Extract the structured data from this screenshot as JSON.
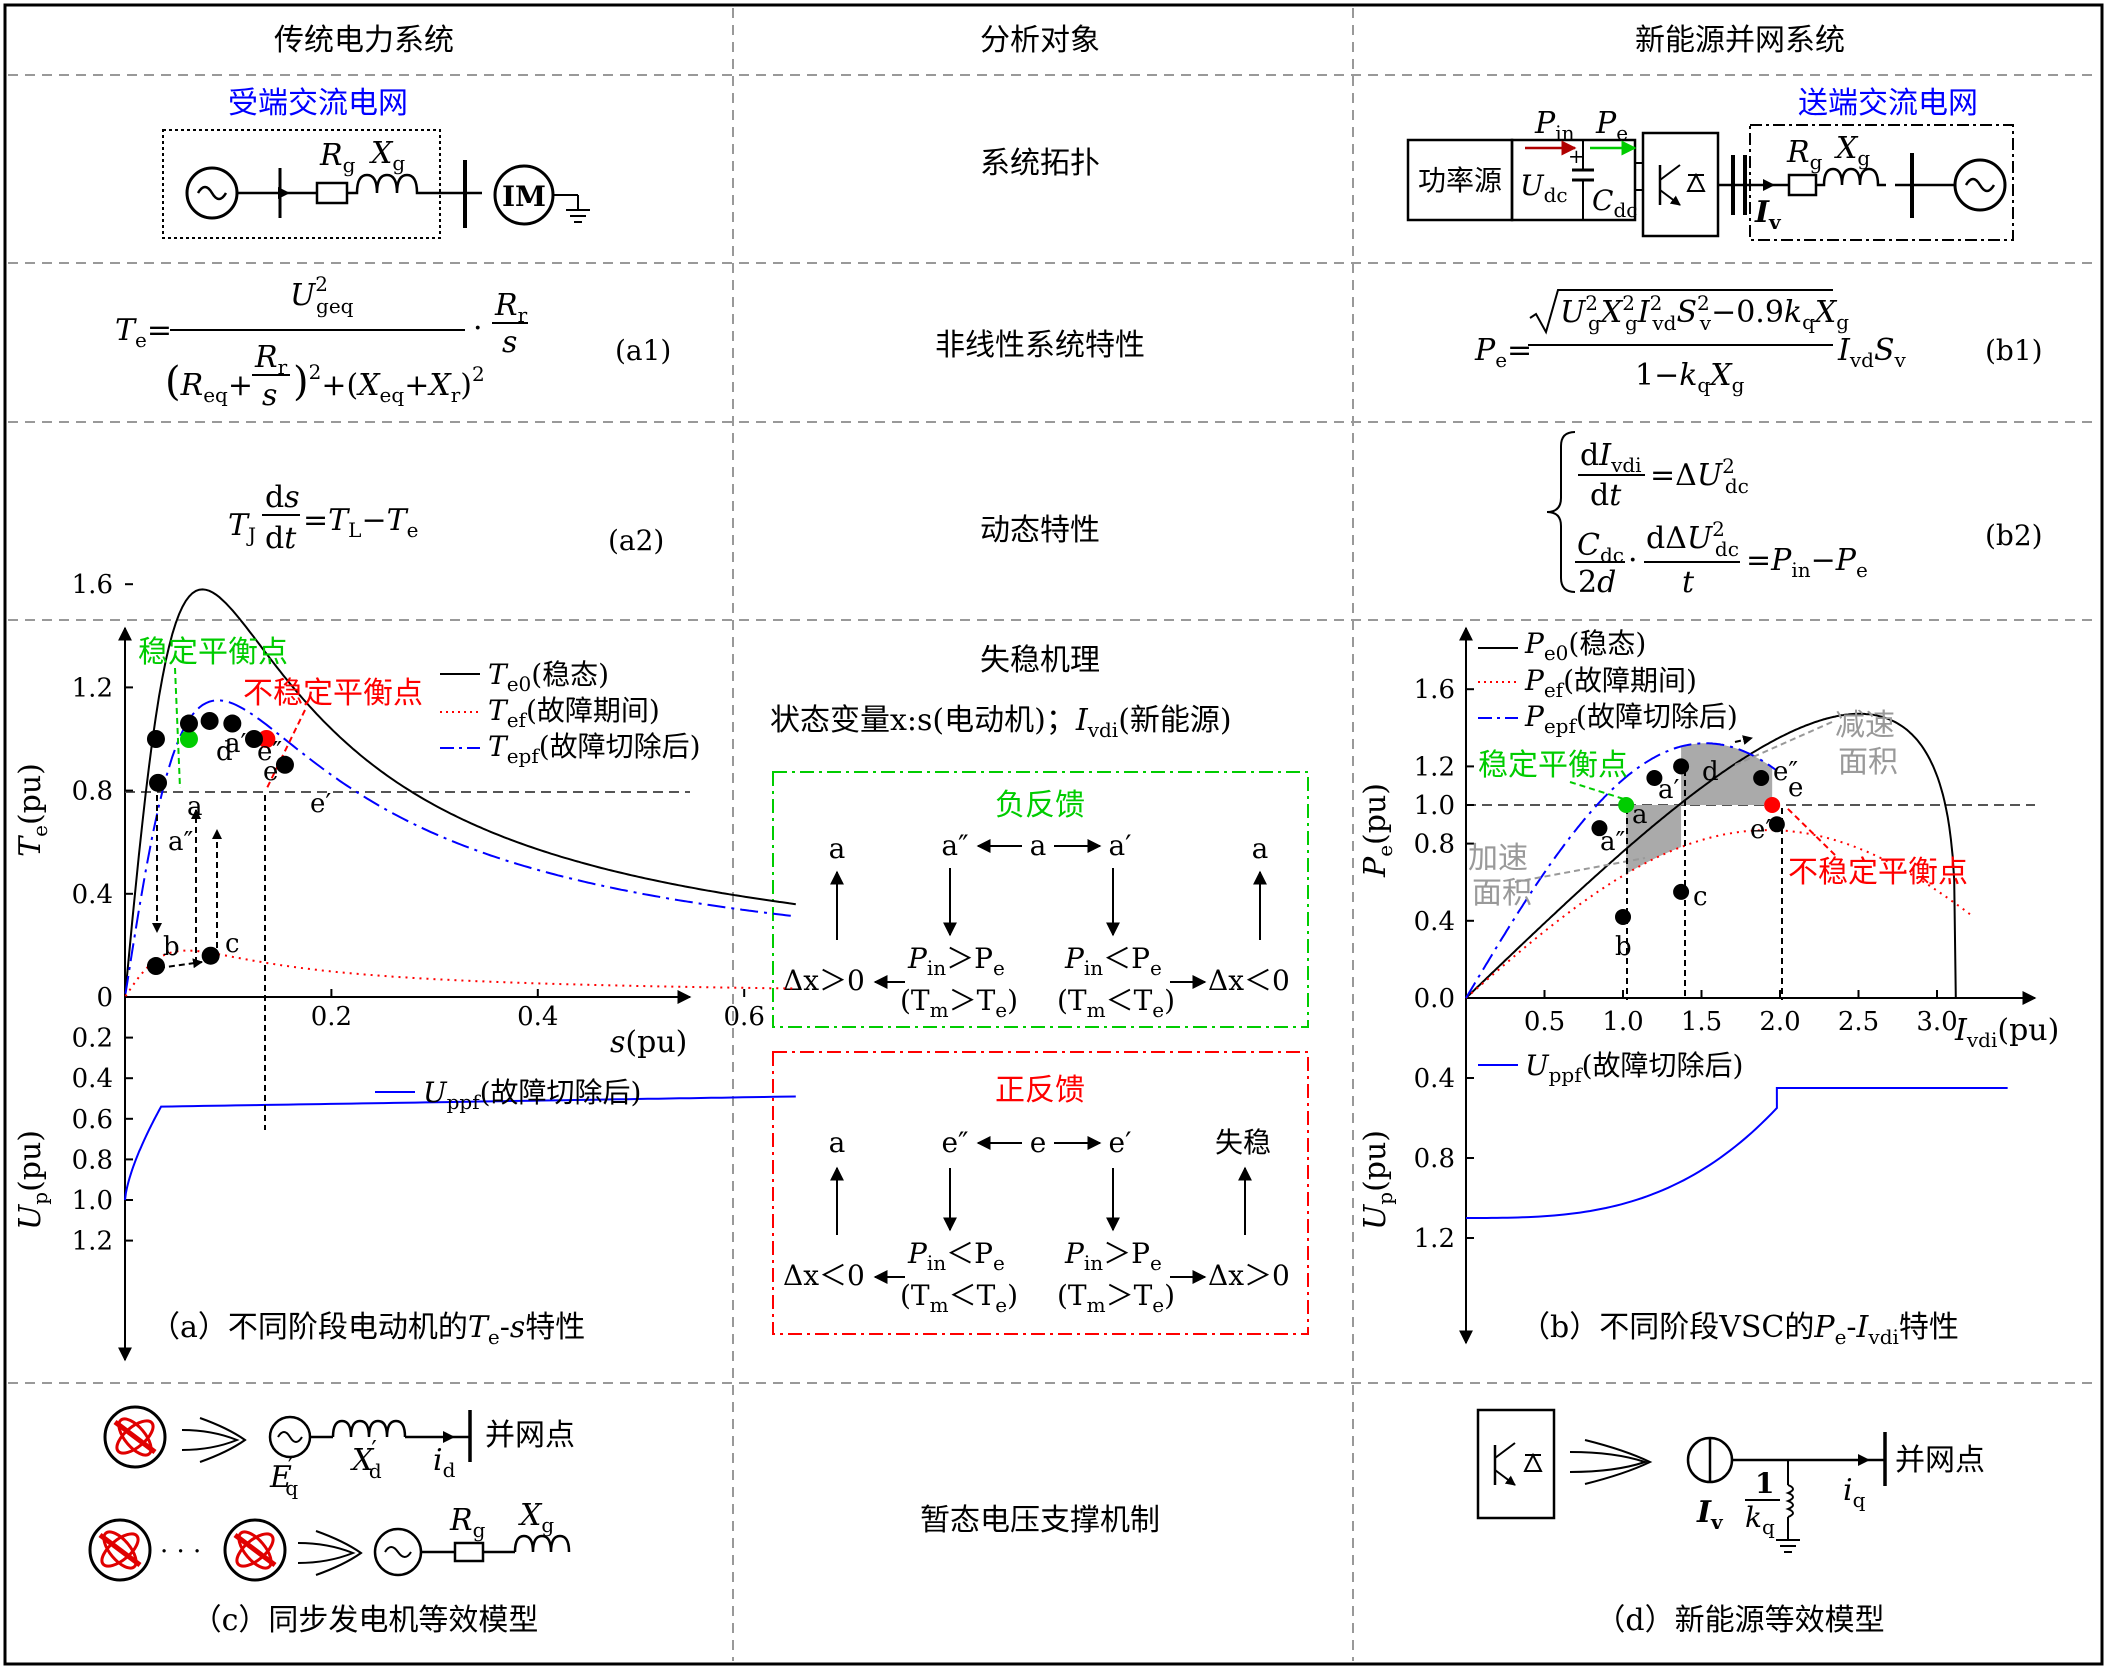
{
  "headers": {
    "left": "传统电力系统",
    "mid": "分析对象",
    "right": "新能源并网系统"
  },
  "rows": {
    "topology": "系统拓扑",
    "nonlinear": "非线性系统特性",
    "dynamic": "动态特性",
    "mechanism": "失稳机理",
    "support": "暂态电压支撑机制"
  },
  "topo_left": {
    "grid": "受端交流电网",
    "Rg": "R",
    "Rg_sub": "g",
    "Xg": "X",
    "Xg_sub": "g",
    "motor": "IM"
  },
  "topo_right": {
    "grid": "送端交流电网",
    "source": "功率源",
    "Pin": "P",
    "Pin_sub": "in",
    "Pe": "P",
    "Pe_sub": "e",
    "Udc": "U",
    "Udc_sub": "dc",
    "Cdc": "C",
    "Cdc_sub": "dc",
    "Iv": "I",
    "Iv_sub": "v",
    "Rg": "R",
    "Rg_sub": "g",
    "Xg": "X",
    "Xg_sub": "g"
  },
  "eq": {
    "a1": "(a1)",
    "a2": "(a2)",
    "b1": "(b1)",
    "b2": "(b2)"
  },
  "mid": {
    "state_var": "状态变量x:s(电动机)；",
    "state_var2": "I",
    "state_var2_sub": "vdi",
    "state_var3": "(新能源)",
    "neg_title": "负反馈",
    "pos_title": "正反馈",
    "neg": {
      "a1": "a",
      "a2": "a″",
      "a3": "a",
      "a4": "a′",
      "a5": "a",
      "dx1": "Δx＞0",
      "dx2": "Δx＜0",
      "p1": "P",
      "p1s": "in",
      "p1r": "＞P",
      "p1rs": "e",
      "t1": "(T",
      "t1s": "m",
      "t1r": "＞T",
      "t1rs": "e",
      "t1e": ")",
      "p2": "P",
      "p2s": "in",
      "p2r": "＜P",
      "p2rs": "e",
      "t2": "(T",
      "t2s": "m",
      "t2r": "＜T",
      "t2rs": "e",
      "t2e": ")"
    },
    "pos": {
      "a1": "a",
      "e2": "e″",
      "e3": "e",
      "e4": "e′",
      "lost": "失稳",
      "dx1": "Δx＜0",
      "dx2": "Δx＞0",
      "p1": "P",
      "p1s": "in",
      "p1r": "＜P",
      "p1rs": "e",
      "t1": "(T",
      "t1s": "m",
      "t1r": "＜T",
      "t1rs": "e",
      "t1e": ")",
      "p2": "P",
      "p2s": "in",
      "p2r": "＞P",
      "p2rs": "e",
      "t2": "(T",
      "t2s": "m",
      "t2r": "＞T",
      "t2rs": "e",
      "t2e": ")"
    }
  },
  "chart_a": {
    "caption_pre": "（a）不同阶段电动机的",
    "caption_T": "T",
    "caption_Ts": "e",
    "caption_mid": "-",
    "caption_s": "s",
    "caption_post": "特性",
    "ylabel": "T",
    "ylabel_sub": "e",
    "ylabel_unit": "(pu)",
    "xlabel": "s",
    "xlabel_unit": "(pu)",
    "y2label": "U",
    "y2label_sub": "p",
    "y2label_unit": "(pu)",
    "yticks": [
      "1.6",
      "1.2",
      "0.8",
      "0.4",
      "0"
    ],
    "xticks": [
      "0.2",
      "0.4",
      "0.6"
    ],
    "y2ticks": [
      "0.2",
      "0.4",
      "0.6",
      "0.8",
      "1.0",
      "1.2"
    ],
    "legend": [
      {
        "sym": "T",
        "sub": "e0",
        "text": "(稳态)"
      },
      {
        "sym": "T",
        "sub": "ef",
        "text": "(故障期间)"
      },
      {
        "sym": "T",
        "sub": "epf",
        "text": "(故障切除后)"
      }
    ],
    "legend2": {
      "sym": "U",
      "sub": "ppf",
      "text": "(故障切除后)"
    },
    "stable": "稳定平衡点",
    "unstable": "不稳定平衡点",
    "points": {
      "a": "a",
      "a1": "a′",
      "a2": "a″",
      "b": "b",
      "c": "c",
      "d": "d",
      "e": "e",
      "e1": "e′",
      "e2": "e″"
    }
  },
  "chart_b": {
    "caption_pre": "（b）不同阶段VSC的",
    "caption_P": "P",
    "caption_Ps": "e",
    "caption_mid": "-",
    "caption_I": "I",
    "caption_Is": "vdi",
    "caption_post": "特性",
    "ylabel": "P",
    "ylabel_sub": "e",
    "ylabel_unit": "(pu)",
    "xlabel": "I",
    "xlabel_sub": "vdi",
    "xlabel_unit": "(pu)",
    "y2label": "U",
    "y2label_sub": "p",
    "y2label_unit": "(pu)",
    "yticks": [
      "1.6",
      "1.2",
      "1.0",
      "0.8",
      "0.4",
      "0.0"
    ],
    "xticks": [
      "0.5",
      "1.0",
      "1.5",
      "2.0",
      "2.5",
      "3.0"
    ],
    "y2ticks": [
      "0.4",
      "0.8",
      "1.2"
    ],
    "legend": [
      {
        "sym": "P",
        "sub": "e0",
        "text": "(稳态)"
      },
      {
        "sym": "P",
        "sub": "ef",
        "text": "(故障期间)"
      },
      {
        "sym": "P",
        "sub": "epf",
        "text": "(故障切除后)"
      }
    ],
    "legend2": {
      "sym": "U",
      "sub": "ppf",
      "text": "(故障切除后)"
    },
    "stable": "稳定平衡点",
    "unstable": "不稳定平衡点",
    "decel": [
      "减速",
      "面积"
    ],
    "accel": [
      "加速",
      "面积"
    ],
    "points": {
      "a": "a",
      "a1": "a′",
      "a2": "a″",
      "b": "b",
      "c": "c",
      "d": "d",
      "e": "e",
      "e1": "e′",
      "e2": "e″"
    }
  },
  "model_c": {
    "caption": "（c）同步发电机等效模型",
    "Eq": "E",
    "Eq_sub": "q",
    "Eq_prime": "′",
    "Xd": "X",
    "Xd_sub": "d",
    "Xd_prime": "′",
    "id": "i",
    "id_sub": "d",
    "pcc": "并网点",
    "Rg": "R",
    "Rg_sub": "g",
    "Xg": "X",
    "Xg_sub": "g",
    "dots": "· · ·"
  },
  "model_d": {
    "caption": "（d）新能源等效模型",
    "Iv": "I",
    "Iv_sub": "v",
    "kq_num": "1",
    "kq": "k",
    "kq_sub": "q",
    "iq": "i",
    "iq_sub": "q",
    "pcc": "并网点"
  },
  "colors": {
    "green": "#00cc00",
    "red": "#ff0000",
    "blue": "#0000ff",
    "grey": "#999999"
  }
}
